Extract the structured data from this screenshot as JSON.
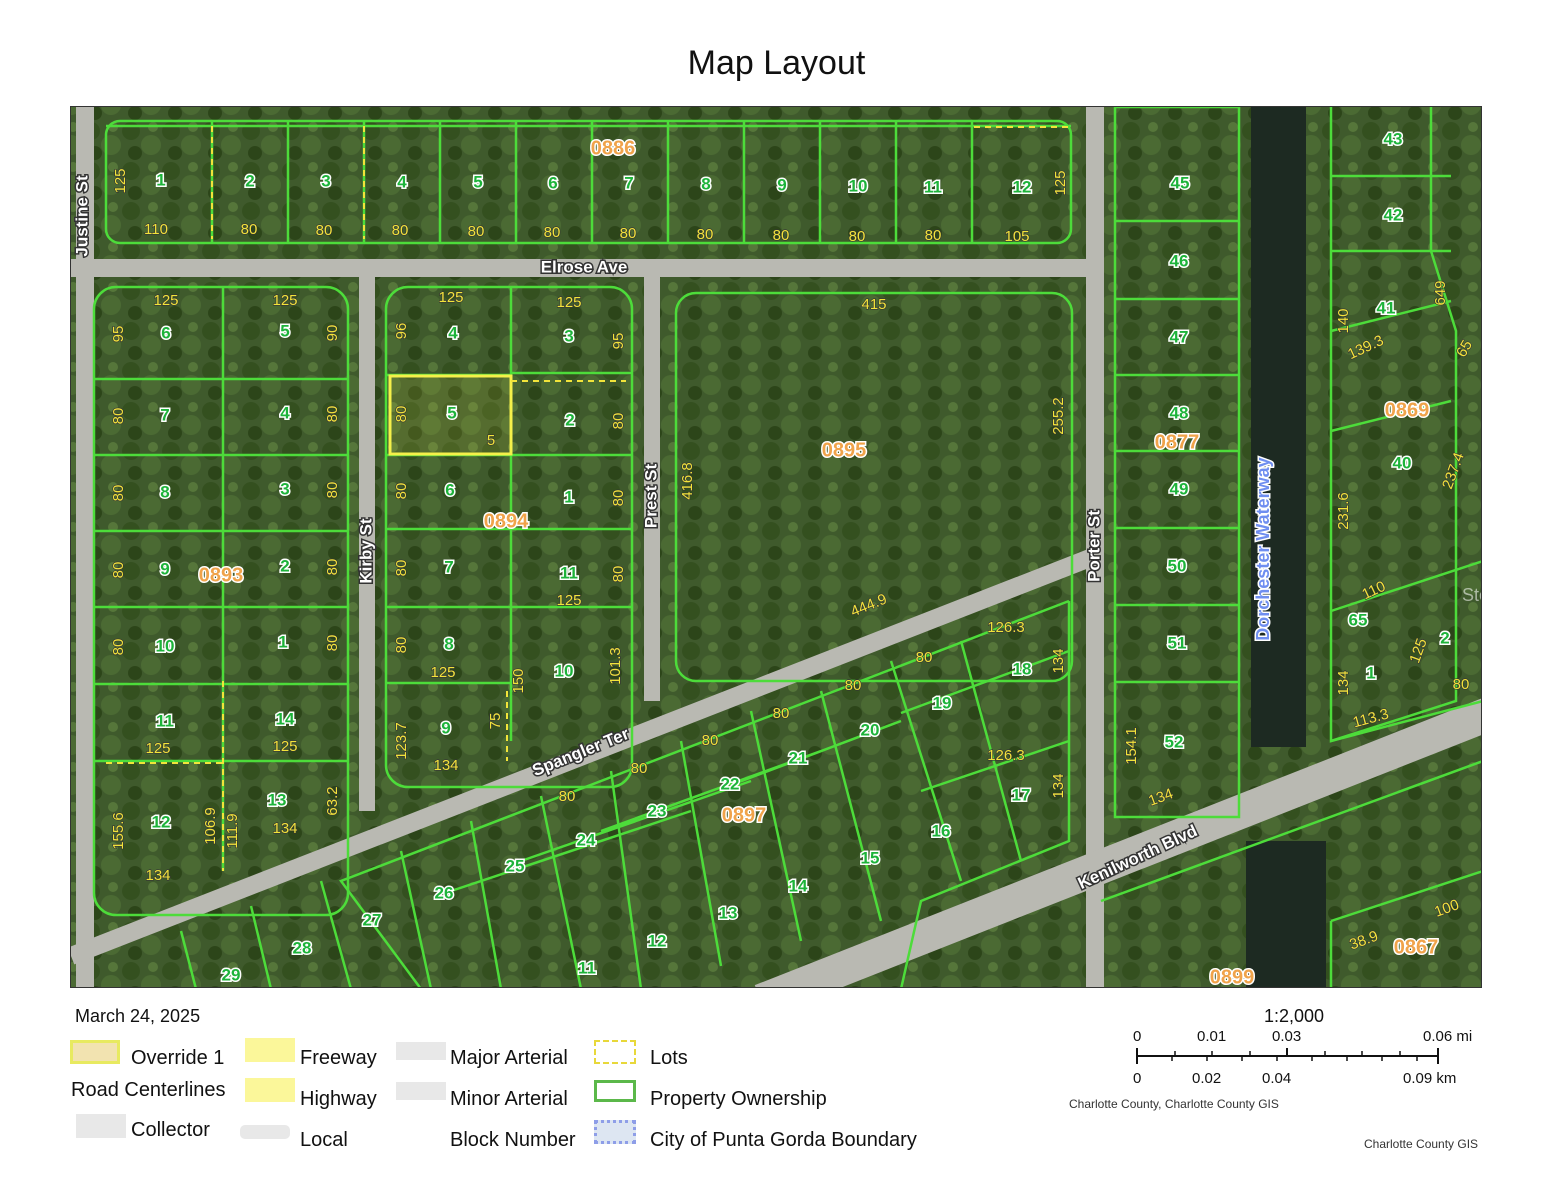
{
  "title": "Map Layout",
  "date": "March 24, 2025",
  "map": {
    "streets": [
      "Justine St",
      "Elrose Ave",
      "Kirby St",
      "Prest St",
      "Porter St",
      "Spangler Ter",
      "Kenilworth Blvd"
    ],
    "waterway": "Dorchester Waterway",
    "blocks": [
      "0886",
      "0893",
      "0894",
      "0895",
      "0877",
      "0869",
      "0897",
      "0899",
      "0867"
    ],
    "lots": [
      "1",
      "2",
      "3",
      "4",
      "5",
      "6",
      "7",
      "8",
      "9",
      "10",
      "11",
      "12",
      "45",
      "43",
      "42",
      "46",
      "41",
      "47",
      "48",
      "40",
      "49",
      "50",
      "51",
      "52",
      "6",
      "5",
      "7",
      "4",
      "8",
      "3",
      "9",
      "2",
      "10",
      "1",
      "11",
      "14",
      "12",
      "13",
      "4",
      "3",
      "5",
      "2",
      "6",
      "1",
      "7",
      "11",
      "8",
      "10",
      "9",
      "18",
      "19",
      "20",
      "21",
      "22",
      "17",
      "16",
      "15",
      "23",
      "24",
      "14",
      "25",
      "13",
      "26",
      "12",
      "27",
      "28",
      "11",
      "29",
      "1",
      "2",
      "65"
    ],
    "dimensions": [
      "125",
      "110",
      "80",
      "80",
      "80",
      "80",
      "80",
      "80",
      "80",
      "80",
      "80",
      "80",
      "105",
      "125",
      "415",
      "416.8",
      "255.2",
      "444.9",
      "126.3",
      "134",
      "126.3",
      "134",
      "125",
      "125",
      "95",
      "90",
      "125",
      "125",
      "96",
      "95",
      "80",
      "80",
      "80",
      "80",
      "80",
      "80",
      "80",
      "80",
      "125",
      "125",
      "63.2",
      "134",
      "155.6",
      "106.9",
      "111.9",
      "134",
      "123.7",
      "134",
      "75",
      "150",
      "101.3",
      "125",
      "125",
      "80",
      "80",
      "80",
      "80",
      "80",
      "80",
      "80",
      "80",
      "80",
      "80",
      "80",
      "80",
      "80",
      "140",
      "139.3",
      "231.6",
      "237.4",
      "110",
      "134",
      "113.3",
      "125",
      "80",
      "154.1",
      "134",
      "38.9",
      "100",
      "649",
      "65"
    ],
    "selected_lot": "5",
    "watermark": "StellarMLS"
  },
  "legend": {
    "items": [
      "Override 1",
      "Road Centerlines",
      "Collector",
      "Freeway",
      "Highway",
      "Local",
      "Major Arterial",
      "Minor Arterial",
      "Block Number",
      "Lots",
      "Property Ownership",
      "City of Punta Gorda Boundary"
    ]
  },
  "scale": {
    "ratio": "1:2,000",
    "mi_labels": [
      "0",
      "0.01",
      "0.03",
      "0.06 mi"
    ],
    "km_labels": [
      "0",
      "0.02",
      "0.04",
      "0.09 km"
    ]
  },
  "attribution": "Charlotte County, Charlotte County GIS",
  "footer_credit": "Charlotte County GIS",
  "colors": {
    "parcel": "#4ddc3a",
    "lot_label": "#1db33a",
    "dimension": "#f2e43a",
    "block": "#f0a34a",
    "road": "#b9b9b2",
    "selection": "#f5f04a"
  }
}
